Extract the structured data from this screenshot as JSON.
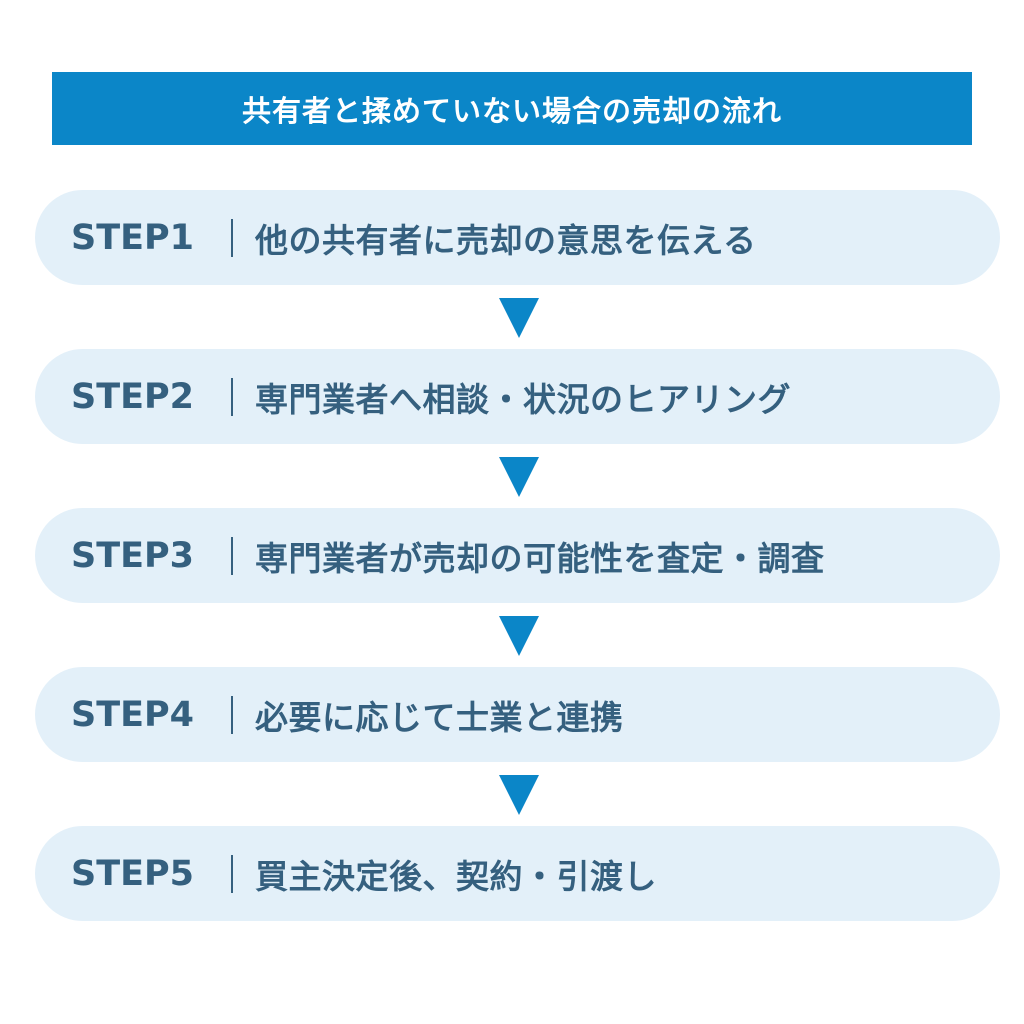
{
  "title": "共有者と揉めていない場合の売却の流れ",
  "colors": {
    "header": "#0b86c8",
    "pill": "#e3f0f9",
    "text": "#35607f",
    "arrow": "#0b86c8"
  },
  "steps": [
    {
      "label": "STEP1",
      "text": "他の共有者に売却の意思を伝える"
    },
    {
      "label": "STEP2",
      "text": "専門業者へ相談・状況のヒアリング"
    },
    {
      "label": "STEP3",
      "text": "専門業者が売却の可能性を査定・調査"
    },
    {
      "label": "STEP4",
      "text": "必要に応じて士業と連携"
    },
    {
      "label": "STEP5",
      "text": "買主決定後、契約・引渡し"
    }
  ]
}
